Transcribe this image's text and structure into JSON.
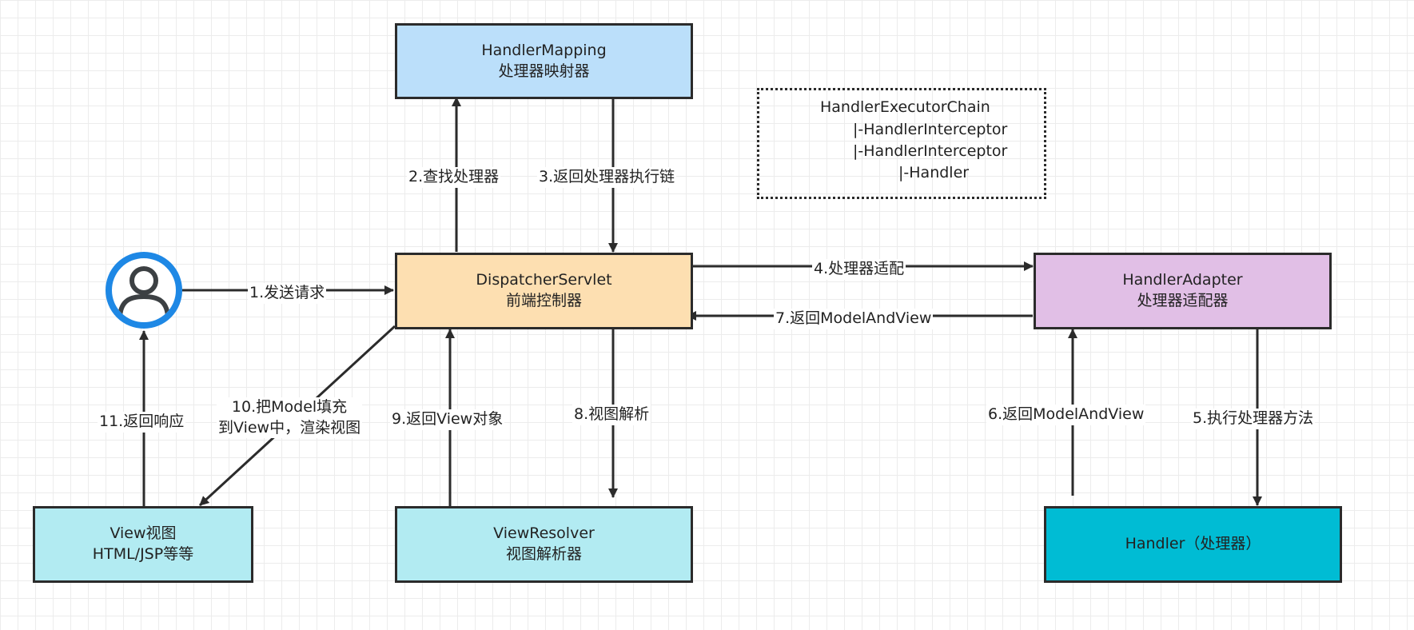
{
  "boxes": {
    "handler_mapping": {
      "line1": "HandlerMapping",
      "line2": "处理器映射器",
      "fill": "#bbdffa"
    },
    "dispatcher": {
      "line1": "DispatcherServlet",
      "line2": "前端控制器",
      "fill": "#fddfb1"
    },
    "handler_adapter": {
      "line1": "HandlerAdapter",
      "line2": "处理器适配器",
      "fill": "#e1bfe6"
    },
    "view_resolver": {
      "line1": "ViewResolver",
      "line2": "视图解析器",
      "fill": "#b2ebf2"
    },
    "view": {
      "line1": "View视图",
      "line2": "HTML/JSP等等",
      "fill": "#b2ebf2"
    },
    "handler": {
      "line1": "Handler（处理器）",
      "fill": "#00bcd4"
    }
  },
  "chain": {
    "title": "HandlerExecutorChain",
    "items": [
      "|-HandlerInterceptor",
      "|-HandlerInterceptor",
      "|-Handler"
    ]
  },
  "arrows": {
    "step1": "1.发送请求",
    "step2": "2.查找处理器",
    "step3": "3.返回处理器执行链",
    "step4": "4.处理器适配",
    "step5": "5.执行处理器方法",
    "step6": "6.返回ModelAndView",
    "step7": "7.返回ModelAndView",
    "step8": "8.视图解析",
    "step9": "9.返回View对象",
    "step10_line1": "10.把Model填充",
    "step10_line2": "到View中，渲染视图",
    "step11": "11.返回响应"
  },
  "user_icon": {
    "name": "user-icon",
    "ring_color": "#1e88e5",
    "figure_color": "#3c4043"
  }
}
